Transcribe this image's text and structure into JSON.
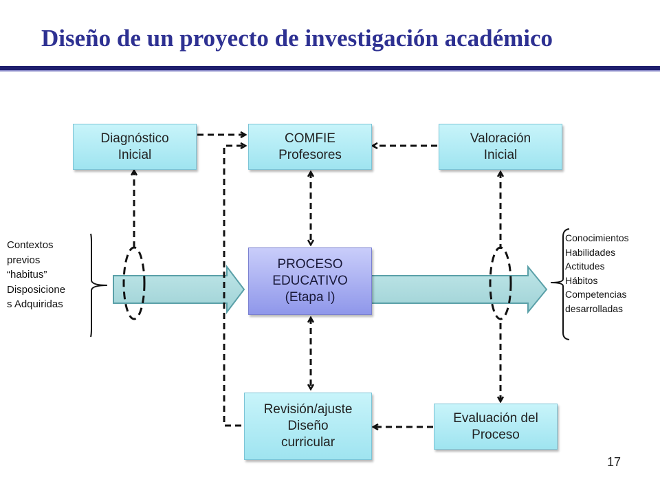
{
  "title": "Diseño de un proyecto de investigación académico",
  "page_number": "17",
  "boxes": {
    "diagnostico": [
      "Diagnóstico",
      "Inicial"
    ],
    "comfie": [
      "COMFIE",
      "Profesores"
    ],
    "valoracion": [
      "Valoración",
      "Inicial"
    ],
    "proceso": [
      "PROCESO",
      "EDUCATIVO",
      "(Etapa I)"
    ],
    "revision": [
      "Revisión/ajuste",
      "Diseño",
      "curricular"
    ],
    "evaluacion": [
      "Evaluación del",
      "Proceso"
    ]
  },
  "inputs": [
    "Contextos",
    "previos",
    "“habitus”",
    "Disposicione",
    "s Adquiridas"
  ],
  "outputs": [
    "Conocimientos",
    "Habilidades",
    "Actitudes",
    "Hábitos",
    "Competencias",
    "desarrolladas"
  ]
}
